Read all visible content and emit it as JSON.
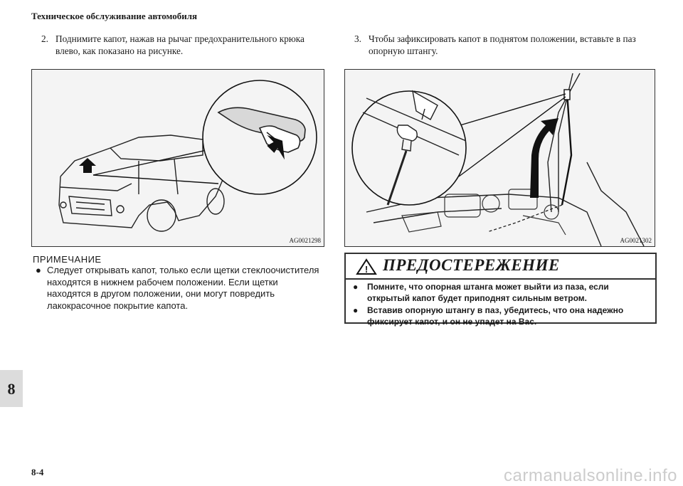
{
  "header": {
    "title": "Техническое обслуживание автомобиля"
  },
  "steps": [
    {
      "number": "2.",
      "text": "Поднимите капот, нажав на рычаг предохранительного крюка влево, как показано на рисунке."
    },
    {
      "number": "3.",
      "text": "Чтобы зафиксировать капот в поднятом положении, вставьте в паз опорную штангу."
    }
  ],
  "figures": [
    {
      "code": "AG0021298"
    },
    {
      "code": "AG0021302"
    }
  ],
  "note": {
    "heading": "ПРИМЕЧАНИЕ",
    "bullet": "●",
    "text": "Следует открывать капот, только если щетки стеклоочистителя находятся в нижнем рабочем положении. Если щетки находятся в другом положении, они могут повредить лакокрасочное покрытие капота."
  },
  "warning": {
    "title": "ПРЕДОСТЕРЕЖЕНИЕ",
    "icon_glyph": "!",
    "bullet": "●",
    "items": [
      "Помните, что опорная штанга может выйти из паза, если открытый капот будет приподнят сильным ветром.",
      "Вставив опорную штангу в паз, убедитесь, что она надежно фиксирует капот, и он не упадет на Вас."
    ]
  },
  "section_tab": {
    "number": "8"
  },
  "page_number": "8-4",
  "watermark": "carmanualsonline.info"
}
